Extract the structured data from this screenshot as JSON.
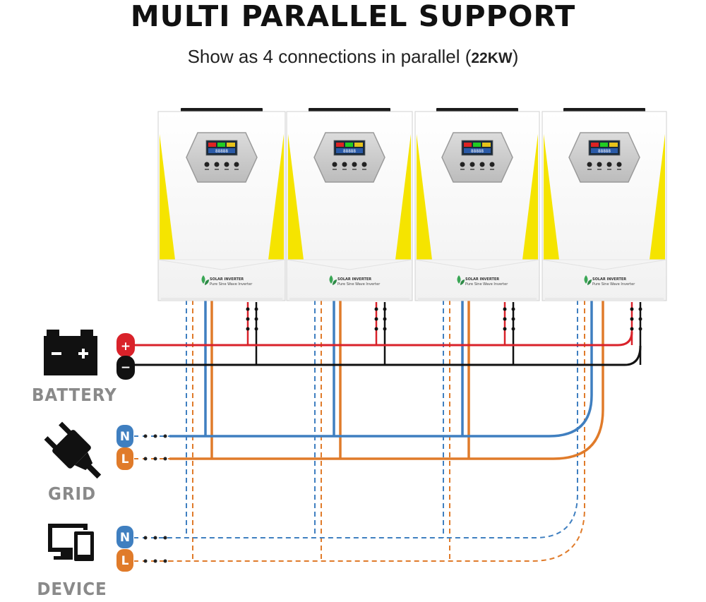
{
  "header": {
    "title": "MULTI PARALLEL SUPPORT",
    "subtitle": "Show as 4 connections in parallel (",
    "subtitle_power": "22KW",
    "subtitle_end": ")"
  },
  "inverter": {
    "count": 4,
    "brand": "SOLAR INVERTER",
    "model": "Pure Sine Wave Inverter",
    "display_text": "88888",
    "accent_color": "#f5e400"
  },
  "connections": {
    "battery": {
      "label": "BATTERY",
      "pos_symbol": "+",
      "neg_symbol": "−",
      "pos_color": "#d9222a",
      "neg_color": "#111111"
    },
    "grid": {
      "label": "GRID",
      "n_symbol": "N",
      "l_symbol": "L",
      "n_color": "#3f7fc0",
      "l_color": "#e07b2a"
    },
    "device": {
      "label": "DEVICE",
      "n_symbol": "N",
      "l_symbol": "L",
      "n_color": "#3f7fc0",
      "l_color": "#e07b2a"
    }
  }
}
